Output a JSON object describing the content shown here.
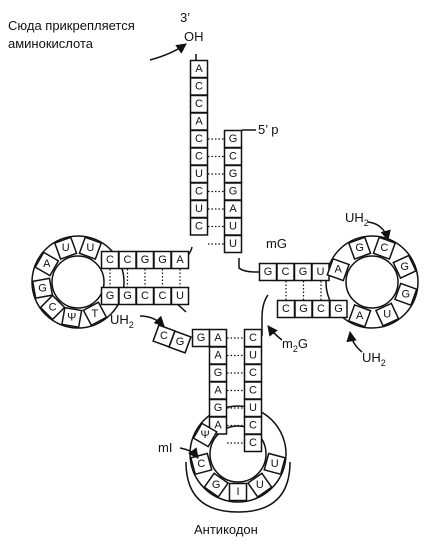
{
  "labels": {
    "amino_acid_line1": "Сюда прикрепляется",
    "amino_acid_line2": "аминокислота",
    "three_prime": "3’",
    "oh": "OH",
    "five_prime": "5’ p",
    "mG": "mG",
    "uh2_right_top": "UH",
    "uh2_right_bottom": "UH",
    "uh2_left": "UH",
    "m2G": "m",
    "m2G_sub": "2",
    "m2G_tail": "G",
    "mI": "mI",
    "sub2": "2",
    "anticodon": "Антикодон"
  },
  "strands": {
    "acceptor_3prime": [
      "A",
      "C",
      "C",
      "A",
      "C",
      "C",
      "U",
      "C",
      "U",
      "C"
    ],
    "acceptor_5prime": [
      "G",
      "C",
      "G",
      "G",
      "A",
      "U",
      "U"
    ],
    "d_stem_top": [
      "C",
      "C",
      "G",
      "G",
      "A"
    ],
    "d_stem_bottom": [
      "G",
      "G",
      "C",
      "C",
      "U"
    ],
    "d_loop": [
      "U",
      "U",
      "A",
      "G",
      "C",
      "Ψ",
      "T"
    ],
    "t_stem_top": [
      "G",
      "C",
      "G",
      "U"
    ],
    "t_stem_bottom": [
      "C",
      "G",
      "C",
      "G"
    ],
    "t_loop": [
      "A",
      "G",
      "C",
      "G",
      "G",
      "U",
      "A"
    ],
    "connector": [
      "C",
      "G"
    ],
    "anticodon_left_stem": [
      "G",
      "A",
      "A",
      "G",
      "A",
      "G",
      "A"
    ],
    "anticodon_right_stem": [
      "C",
      "U",
      "C",
      "C",
      "U",
      "C",
      "C"
    ],
    "anticodon_loop": [
      "Ψ",
      "C",
      "G",
      "I",
      "U",
      "U"
    ]
  }
}
